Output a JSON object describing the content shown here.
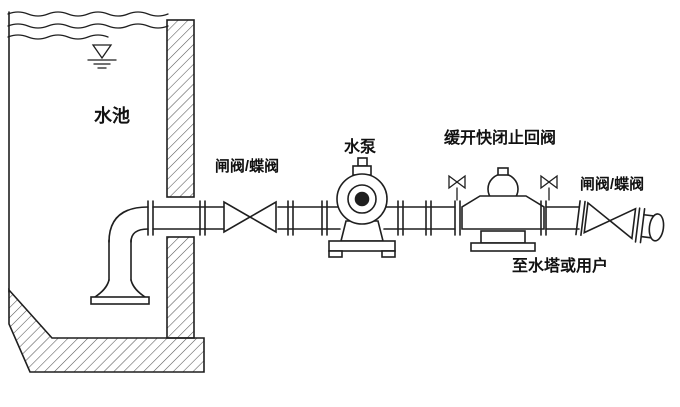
{
  "diagram": {
    "type": "pump-installation-schematic",
    "background": "#ffffff",
    "line_color": "#1f1f1f",
    "labels": {
      "tank": "水池",
      "inlet_valve": "闸阀/蝶阀",
      "pump": "水泵",
      "check_valve": "缓开快闭止回阀",
      "outlet_valve": "闸阀/蝶阀",
      "destination": "至水塔或用户"
    }
  }
}
